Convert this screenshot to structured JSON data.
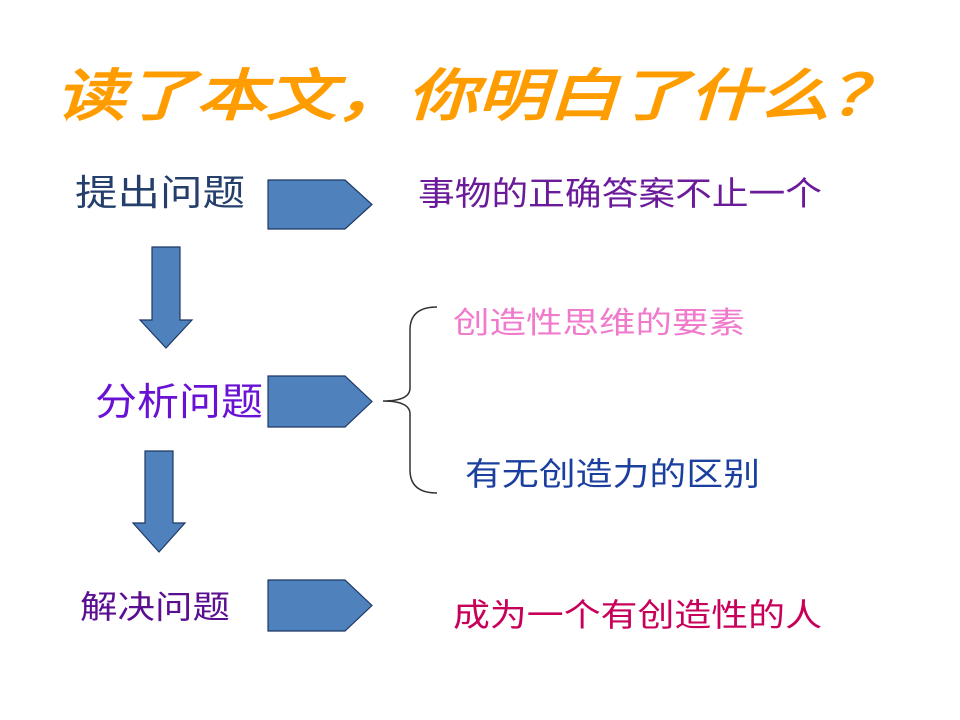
{
  "title": "读了本文，你明白了什么？",
  "flow": {
    "step1": {
      "label": "提出问题",
      "result": "事物的正确答案不止一个"
    },
    "step2": {
      "label": "分析问题",
      "result_top": "创造性思维的要素",
      "result_bottom": "有无创造力的区别"
    },
    "step3": {
      "label": "解决问题",
      "result": "成为一个有创造性的人"
    }
  },
  "colors": {
    "background": "#FFFFFF",
    "title": "#FF9C00",
    "step1_label": "#243F6B",
    "step2_label": "#6A12D4",
    "step3_label": "#5B0E91",
    "step1_result": "#6B1B9A",
    "step2_result_top": "#F07ACB",
    "step2_result_bottom": "#1A3F9E",
    "step3_result": "#C8005A",
    "arrow_fill": "#4F81BD",
    "brace": "#333333"
  }
}
